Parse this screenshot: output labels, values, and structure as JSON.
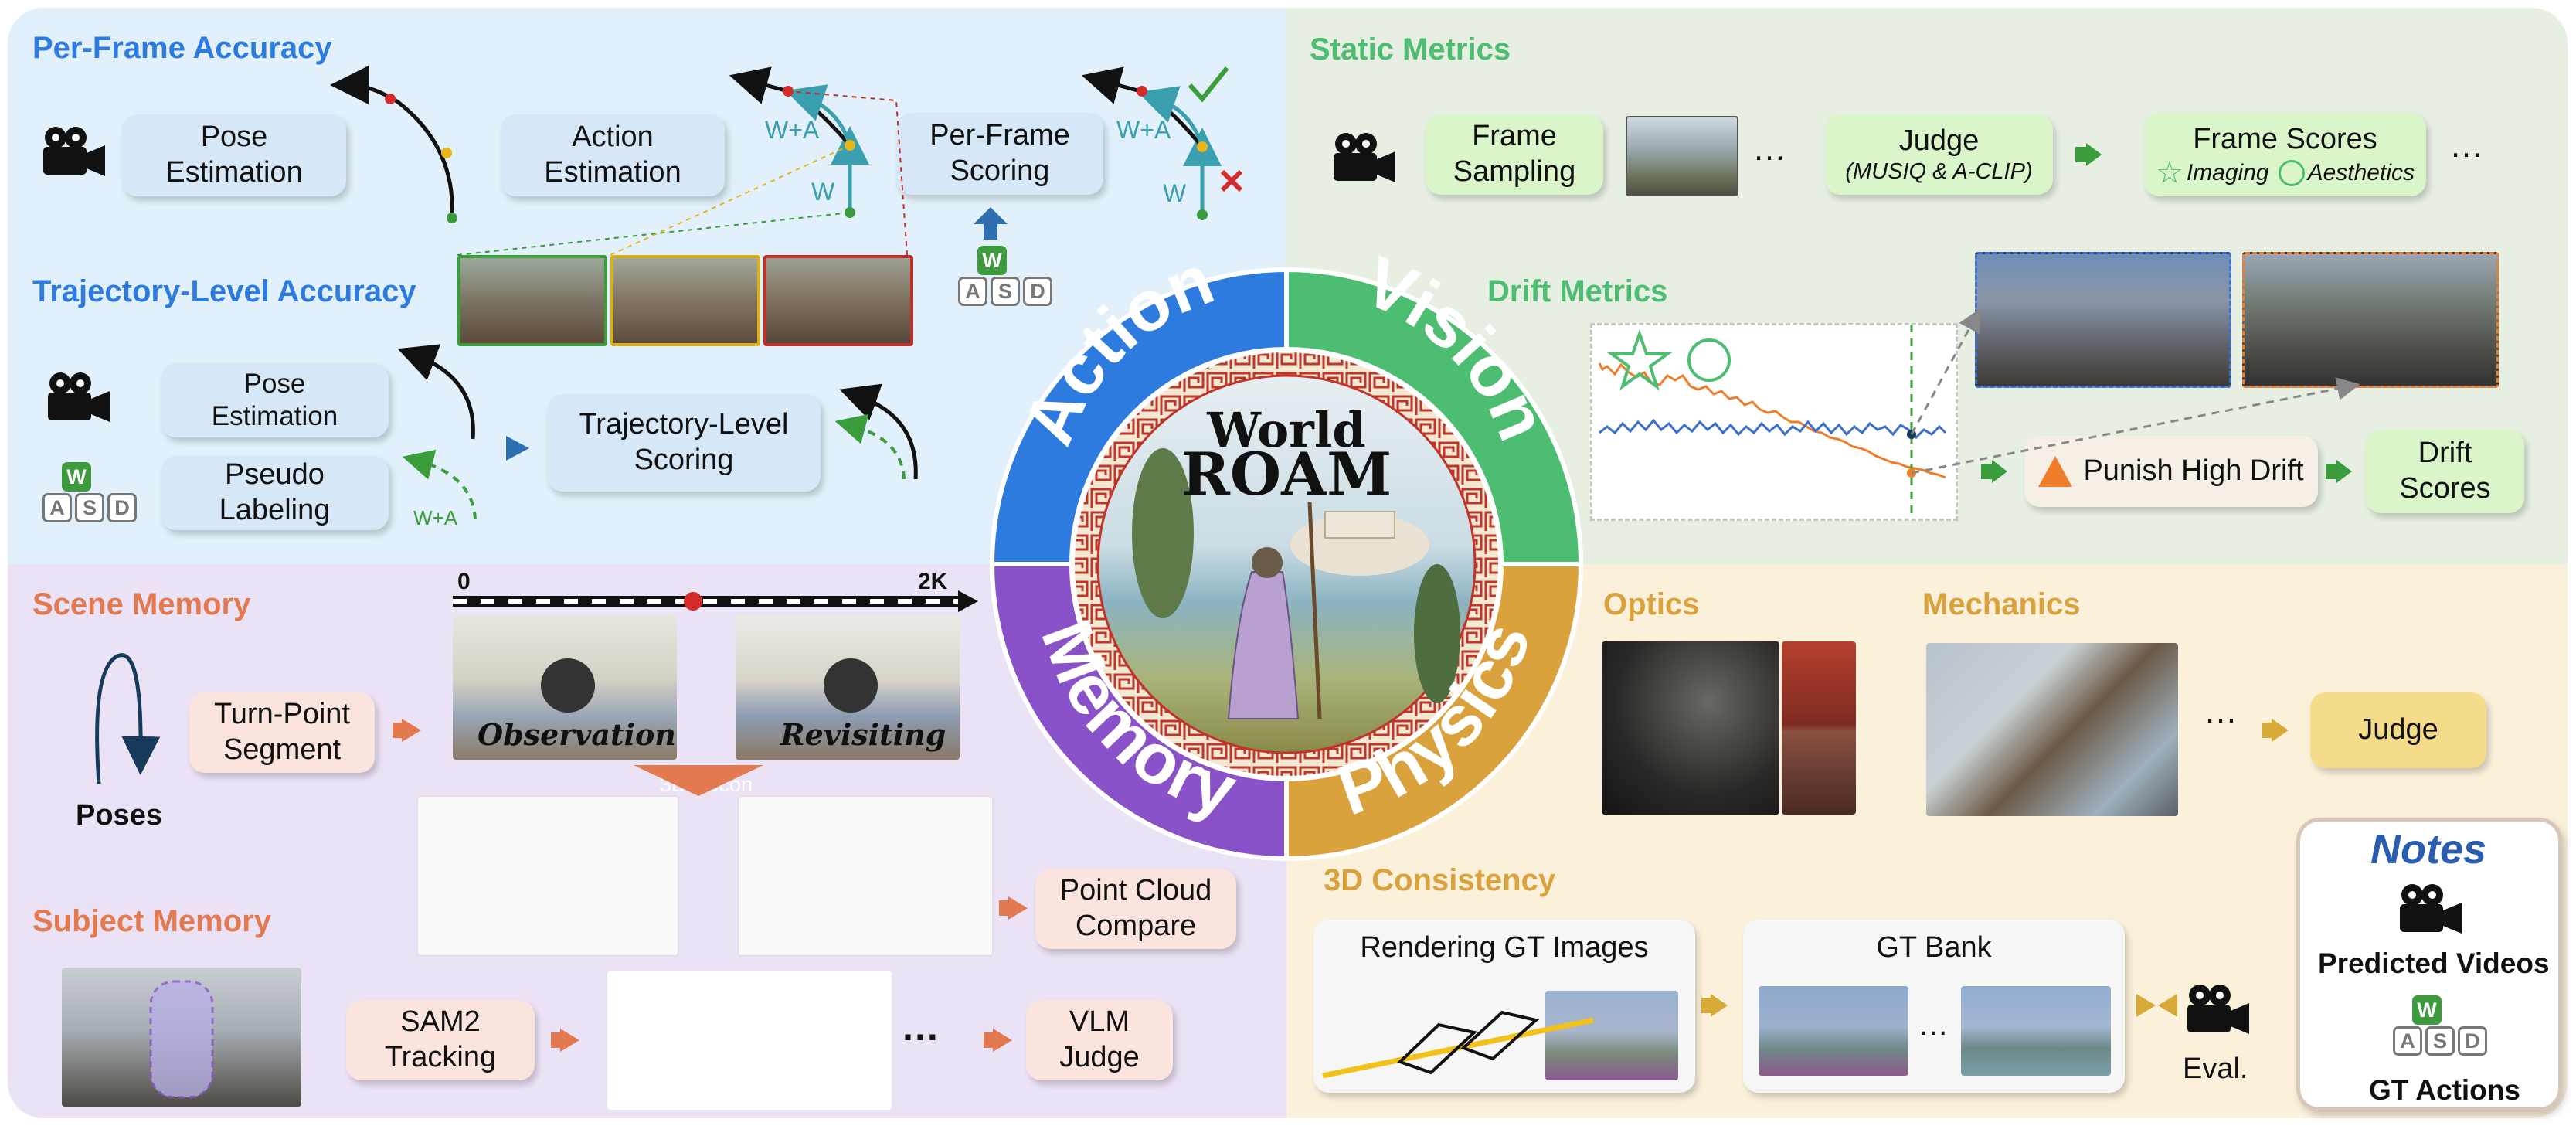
{
  "quadrants": {
    "action": {
      "per_frame_title": "Per-Frame Accuracy",
      "pose_estimation": "Pose\nEstimation",
      "action_estimation": "Action\nEstimation",
      "per_frame_scoring": "Per-Frame\nScoring",
      "label_w_plus_a": "W+A",
      "label_w": "W",
      "trajectory_title": "Trajectory-Level Accuracy",
      "traj_pose_estimation": "Pose\nEstimation",
      "pseudo_labeling": "Pseudo\nLabeling",
      "trajectory_scoring": "Trajectory-Level\nScoring",
      "keys": [
        "W",
        "A",
        "S",
        "D"
      ]
    },
    "vision": {
      "static_title": "Static Metrics",
      "frame_sampling": "Frame\nSampling",
      "ellipsis": "…",
      "judge": "Judge",
      "judge_sub": "(MUSIQ & A-CLIP)",
      "frame_scores": "Frame Scores",
      "imaging": "Imaging",
      "aesthetics": "Aesthetics",
      "drift_title": "Drift Metrics",
      "punish_high_drift": "Punish High Drift",
      "drift_scores": "Drift\nScores"
    },
    "memory": {
      "scene_title": "Scene Memory",
      "axis_start": "0",
      "axis_end": "2K",
      "turn_point": "Turn-Point\nSegment",
      "poses": "Poses",
      "observation": "Observation",
      "revisiting": "Revisiting",
      "recon": "3D Recon",
      "point_cloud": "Point Cloud\nCompare",
      "subject_title": "Subject Memory",
      "sam2": "SAM2\nTracking",
      "ellipsis": "…",
      "vlm_judge": "VLM\nJudge"
    },
    "physics": {
      "optics_title": "Optics",
      "mechanics_title": "Mechanics",
      "ellipsis": "…",
      "judge": "Judge",
      "consistency_title": "3D Consistency",
      "rendering": "Rendering GT Images",
      "gt_bank": "GT Bank",
      "ellipsis2": "…",
      "eval": "Eval."
    }
  },
  "center": {
    "action": "Action",
    "vision": "Vision",
    "memory": "Memory",
    "physics": "Physics",
    "logo_line1": "World",
    "logo_line2": "ROAM"
  },
  "notes": {
    "title": "Notes",
    "predicted": "Predicted Videos",
    "gt_actions": "GT Actions",
    "keys": [
      "W",
      "A",
      "S",
      "D"
    ]
  },
  "colors": {
    "action": "#2e7be0",
    "vision": "#4dbd72",
    "memory": "#8a52c8",
    "physics": "#d9a23c",
    "action_bg": "#e1f0fa",
    "vision_bg": "#e7efe3",
    "memory_bg": "#ebe2f5",
    "physics_bg": "#fbf0da",
    "accent_red": "#e0452d",
    "accent_green": "#3a9c3a",
    "accent_orange": "#ef7d2a",
    "accent_yellow": "#d7a937"
  }
}
